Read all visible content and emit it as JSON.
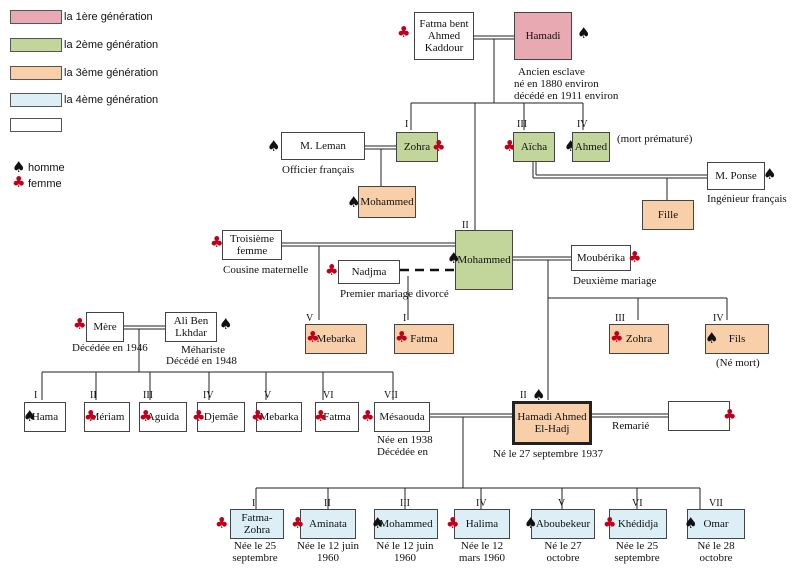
{
  "legend": {
    "generations": [
      {
        "label": "la 1ère génération",
        "color": "#e8a9b2"
      },
      {
        "label": "la 2ème génération",
        "color": "#c2d69b"
      },
      {
        "label": "la 3ème génération",
        "color": "#f8cfa8"
      },
      {
        "label": "la 4ème génération",
        "color": "#dceef6"
      },
      {
        "label": "",
        "color": "#ffffff"
      }
    ],
    "homme": "homme",
    "femme": "femme"
  },
  "icons": {
    "male": "spade-icon",
    "female": "club-icon"
  },
  "people": {
    "fatma_bent": "Fatma bent Ahmed Kaddour",
    "hamadi": "Hamadi",
    "hamadi_note1": "Ancien esclave",
    "hamadi_note2": "né en 1880 environ",
    "hamadi_note3": "décédé en 1911 environ",
    "m_leman": "M. Leman",
    "m_leman_note": "Officier français",
    "zohra_g2": "Zohra",
    "aicha": "Aïcha",
    "ahmed": "Ahmed",
    "ahmed_note": "(mort prématuré)",
    "m_ponse": "M. Ponse",
    "m_ponse_note": "Ingénieur français",
    "mohammed_g3a": "Mohammed",
    "fille": "Fille",
    "troisieme": "Troisième femme",
    "troisieme_note": "Cousine maternelle",
    "mohammed_g2": "Mohammed",
    "nadjma": "Nadjma",
    "nadjma_note": "Premier mariage divorcé",
    "mouberika": "Moubérika",
    "mouberika_note": "Deuxième mariage",
    "mere": "Mère",
    "mere_note": "Décédée en 1946",
    "ali_ben": "Ali Ben Lkhdar",
    "ali_note1": "Méhariste",
    "ali_note2": "Décédé en 1948",
    "mebarka_g3": "Mebarka",
    "fatma_g3": "Fatma",
    "zohra_g3": "Zohra",
    "fils": "Fils",
    "fils_note": "(Né mort)",
    "hama": "Hama",
    "meriam": "Mériam",
    "aguida": "Aguida",
    "djemae": "Djemâe",
    "mebarka_s": "Mebarka",
    "fatma_s": "Fatma",
    "mesaouda": "Mésaouda",
    "mesaouda_note1": "Née en 1938",
    "mesaouda_note2": "Décédée en",
    "hamadi_ahmed": "Hamadi Ahmed El-Hadj",
    "hamadi_ahmed_note": "Né le 27 septembre 1937",
    "remarie": "Remarié",
    "fatma_zohra": "Fatma-Zohra",
    "fz_note": "Née le 25 septembre",
    "aminata": "Aminata",
    "aminata_note": "Née le 12 juin 1960",
    "mohammed_g4": "Mohammed",
    "mohammed_g4_note": "Né le 12 juin 1960",
    "halima": "Halima",
    "halima_note": "Née le 12 mars 1960",
    "aboubekeur": "Aboubekeur",
    "aboubekeur_note": "Né le 27 octobre",
    "khedidja": "Khédidja",
    "khedidja_note": "Née le 25 septembre",
    "omar": "Omar",
    "omar_note": "Né le 28 octobre"
  },
  "roman": {
    "i": "I",
    "ii": "II",
    "iii": "III",
    "iv": "IV",
    "v": "V",
    "vi": "VI",
    "vii": "VII"
  }
}
